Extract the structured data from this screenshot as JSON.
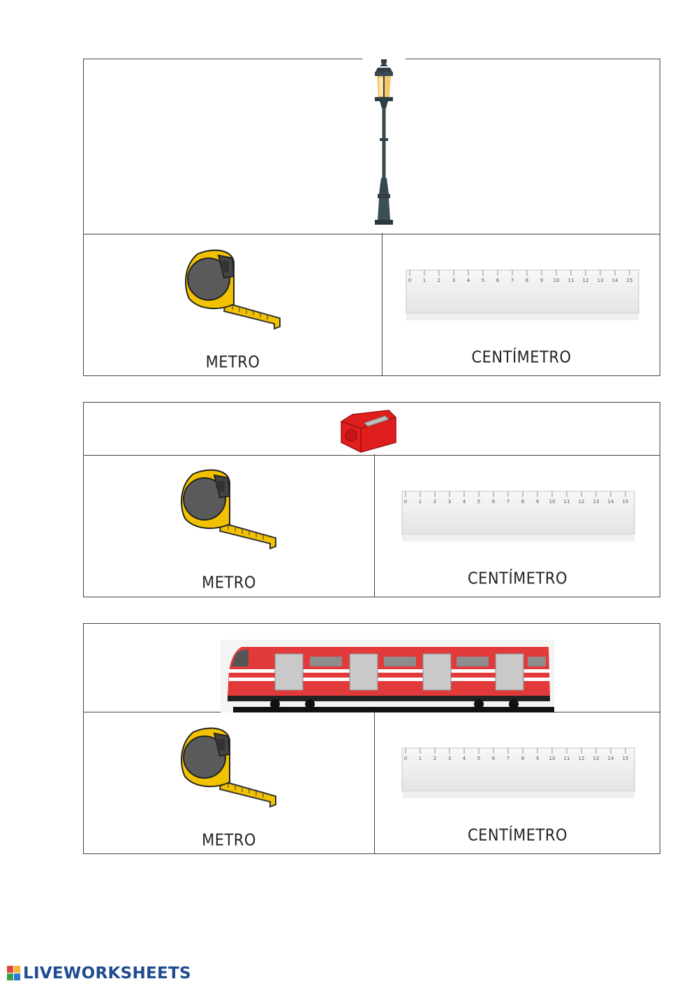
{
  "cards": [
    {
      "object_name": "lamp-post",
      "left_option": {
        "label": "METRO",
        "icon": "tape-measure-icon"
      },
      "right_option": {
        "label": "CENTÍMETRO",
        "icon": "ruler-icon"
      }
    },
    {
      "object_name": "pencil-sharpener",
      "left_option": {
        "label": "METRO",
        "icon": "tape-measure-icon"
      },
      "right_option": {
        "label": "CENTÍMETRO",
        "icon": "ruler-icon"
      }
    },
    {
      "object_name": "train",
      "left_option": {
        "label": "METRO",
        "icon": "tape-measure-icon"
      },
      "right_option": {
        "label": "CENTÍMETRO",
        "icon": "ruler-icon"
      }
    }
  ],
  "ruler_ticks": [
    "0",
    "1",
    "2",
    "3",
    "4",
    "5",
    "6",
    "7",
    "8",
    "9",
    "10",
    "11",
    "12",
    "13",
    "14",
    "15"
  ],
  "footer": {
    "brand": "LIVEWORKSHEETS"
  },
  "colors": {
    "tape_yellow": "#f2c200",
    "tape_body": "#555555",
    "brand_blue": "#1f4b8f",
    "train_red": "#e23a3a",
    "sharpener_red": "#e01e1e"
  }
}
